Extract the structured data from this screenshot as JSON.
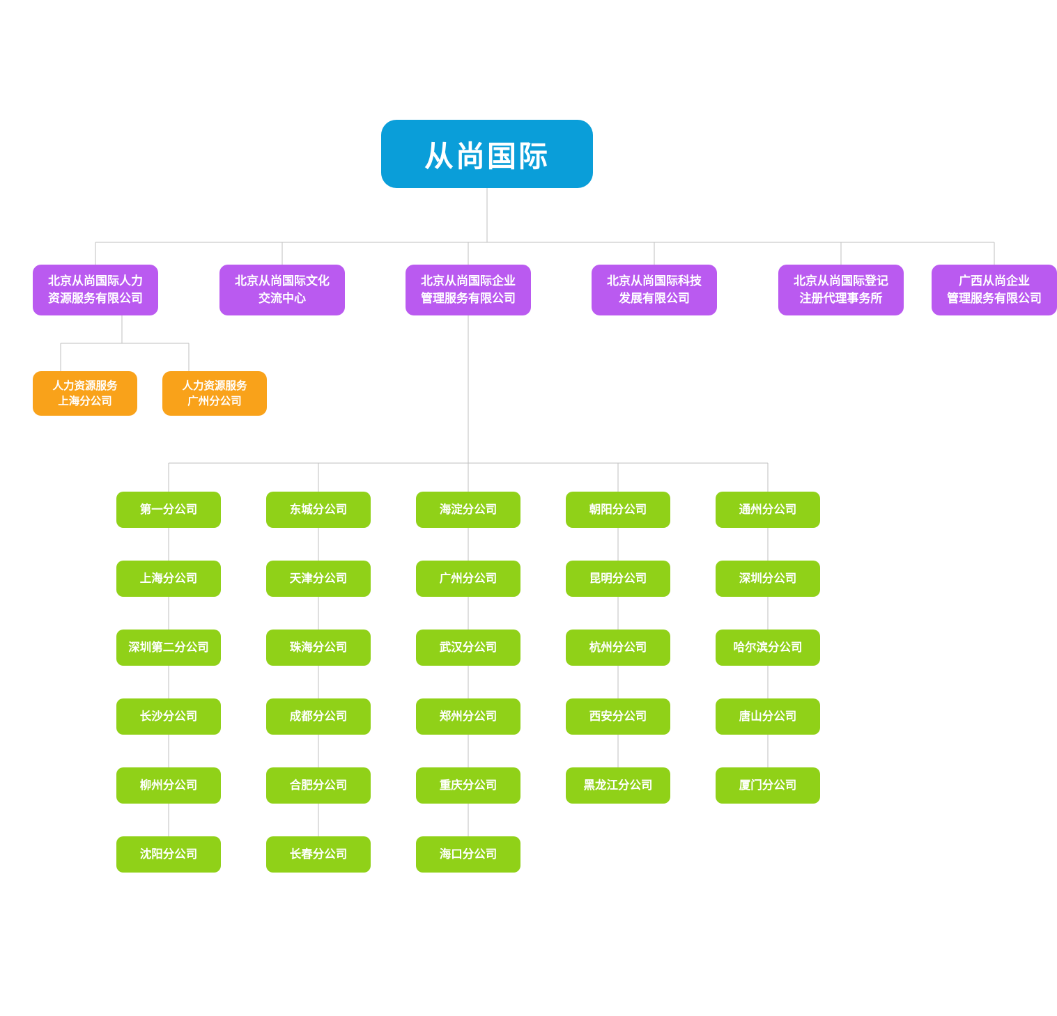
{
  "chart_title": "从尚国际",
  "colors": {
    "root_box": "#0a9ed9",
    "subsidiary_box": "#ba5af0",
    "hr_branch_box": "#f9a21a",
    "city_branch_box": "#90d118",
    "connector_line": "#bfbfbf",
    "text": "#ffffff"
  },
  "root": {
    "label": "从尚国际"
  },
  "subsidiaries": [
    {
      "label": "北京从尚国际人力\n资源服务有限公司"
    },
    {
      "label": "北京从尚国际文化\n交流中心"
    },
    {
      "label": "北京从尚国际企业\n管理服务有限公司"
    },
    {
      "label": "北京从尚国际科技\n发展有限公司"
    },
    {
      "label": "北京从尚国际登记\n注册代理事务所"
    },
    {
      "label": "广西从尚企业\n管理服务有限公司"
    }
  ],
  "hr_branches": [
    {
      "label": "人力资源服务\n上海分公司"
    },
    {
      "label": "人力资源服务\n广州分公司"
    }
  ],
  "branches": [
    [
      "第一分公司",
      "上海分公司",
      "深圳第二分公司",
      "长沙分公司",
      "柳州分公司",
      "沈阳分公司"
    ],
    [
      "东城分公司",
      "天津分公司",
      "珠海分公司",
      "成都分公司",
      "合肥分公司",
      "长春分公司"
    ],
    [
      "海淀分公司",
      "广州分公司",
      "武汉分公司",
      "郑州分公司",
      "重庆分公司",
      "海口分公司"
    ],
    [
      "朝阳分公司",
      "昆明分公司",
      "杭州分公司",
      "西安分公司",
      "黑龙江分公司"
    ],
    [
      "通州分公司",
      "深圳分公司",
      "哈尔滨分公司",
      "唐山分公司",
      "厦门分公司"
    ]
  ]
}
